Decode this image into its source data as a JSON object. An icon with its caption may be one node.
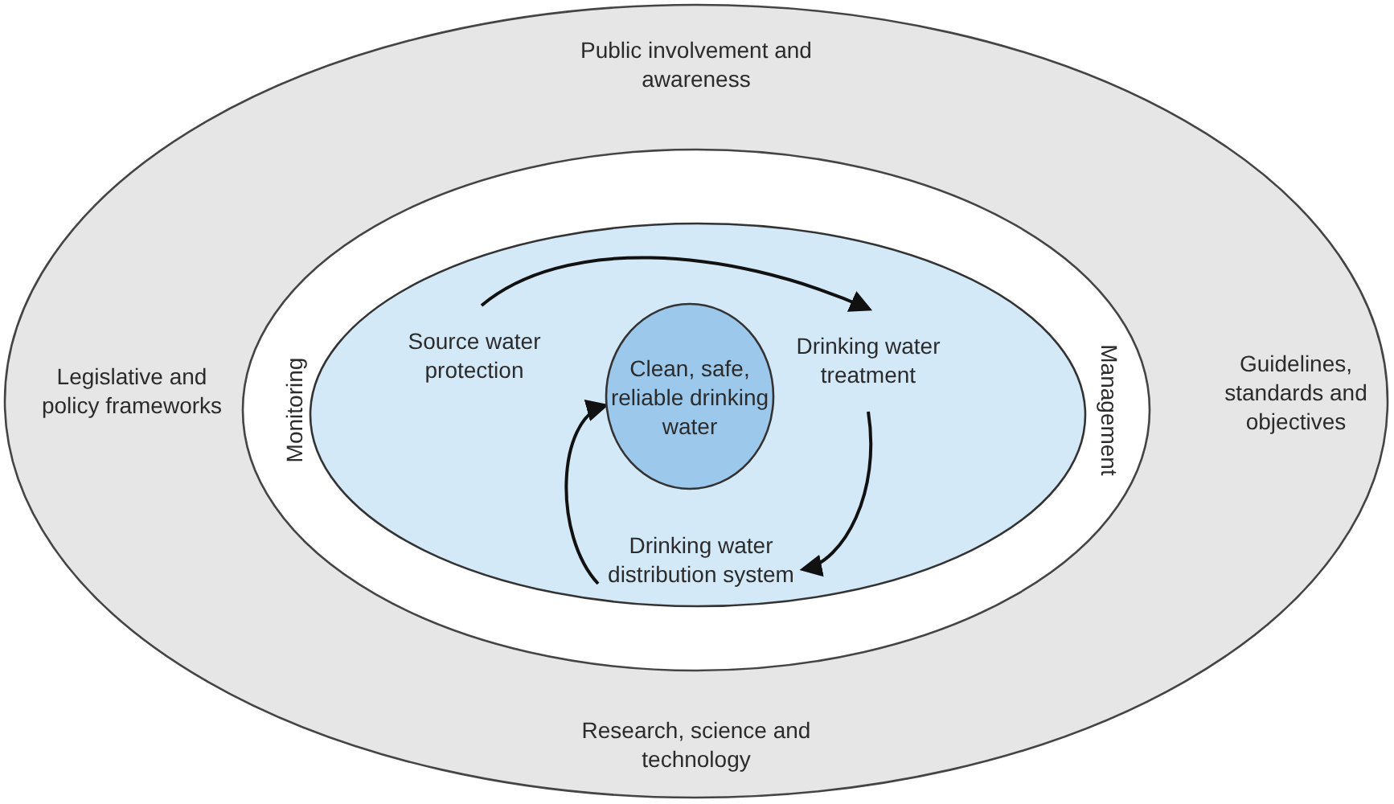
{
  "diagram": {
    "nodes": [
      {
        "text": [
          "Public involvement and awareness",
          "Legislative and policy frameworks",
          "Guidelines, standards and objectives",
          "Research, science and technology"
        ]
      },
      {
        "text": [
          "Monitoring",
          "Management"
        ],
        "in": 0
      },
      {
        "text": [],
        "shape": "ellipse",
        "in": 1
      },
      {
        "text": [
          "Source water protection"
        ],
        "in": 2
      },
      {
        "text": [
          "Clean, safe, reliable drinking water"
        ],
        "in": 2
      },
      {
        "text": [
          "Drinking water treatment"
        ],
        "in": 2
      },
      {
        "text": [
          "Drinking water distribution system"
        ],
        "in": 2
      }
    ],
    "edges": [
      {
        "from": 3,
        "to": 5,
        "arrow": "to"
      },
      {
        "from": 5,
        "to": 6,
        "arrow": "to"
      },
      {
        "from": 6,
        "to": 4,
        "arrow": "to"
      }
    ]
  }
}
